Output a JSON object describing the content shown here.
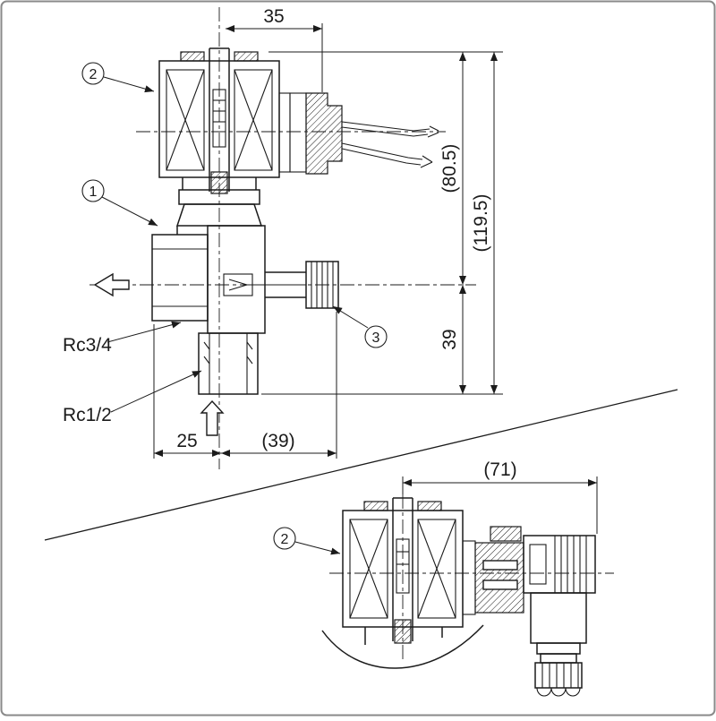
{
  "colors": {
    "line": "#1b1b1b",
    "background": "#ffffff"
  },
  "main_view": {
    "callouts": {
      "coil": "2",
      "body": "1",
      "manual_override": "3"
    },
    "dimensions": {
      "top_width": "35",
      "coil_height": "(80.5)",
      "total_height": "(119.5)",
      "port_height": "39",
      "bottom_left_width": "25",
      "bottom_right_width": "(39)"
    },
    "ports": {
      "side": "Rc3/4",
      "bottom": "Rc1/2"
    }
  },
  "side_view": {
    "callouts": {
      "coil": "2"
    },
    "dimensions": {
      "width": "(71)"
    }
  }
}
